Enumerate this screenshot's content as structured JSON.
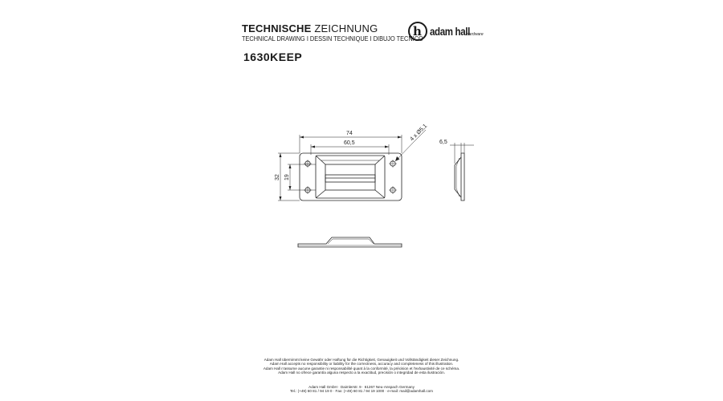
{
  "header": {
    "title_bold": "TECHNISCHE",
    "title_rest": " ZEICHNUNG",
    "subtitle": "TECHNICAL DRAWING I DESSIN TECHNIQUE I DIBUJO TECNICO"
  },
  "part_number": "1630KEEP",
  "logo": {
    "mark": "h",
    "text": "adam hall",
    "sub": "Hardware"
  },
  "dimensions": {
    "length_outer": "74",
    "length_inner": "60,5",
    "holes": "4 x Ø5,1",
    "height_outer": "32",
    "height_inner": "19",
    "depth": "6,5"
  },
  "disclaimer": [
    "Adam Hall übernimmt keine Gewähr oder Haftung für die Richtigkeit, Genauigkeit und Vollständigkeit dieser Zeichnung.",
    "Adam Hall accepts no responsibility or liability for the correctness, accuracy and completeness of this illustration.",
    "Adam Hall n'assume aucune garantie ni responsabilité quant à la conformité, la précision et l'exhaustivité de ce schéma.",
    "Adam Hall no ofrece garantía alguna respecto a la exactitud, precisión o integridad de esta ilustración."
  ],
  "company": [
    "Adam Hall GmbH · Daimlerstr. 9 · 61267 Neu-Anspach Germany",
    "Tel.: (+49) 60 81 / 94 19 0 · Fax: (+49) 60 81 / 94 19 1000 · e-mail: mail@adamhall.com"
  ]
}
